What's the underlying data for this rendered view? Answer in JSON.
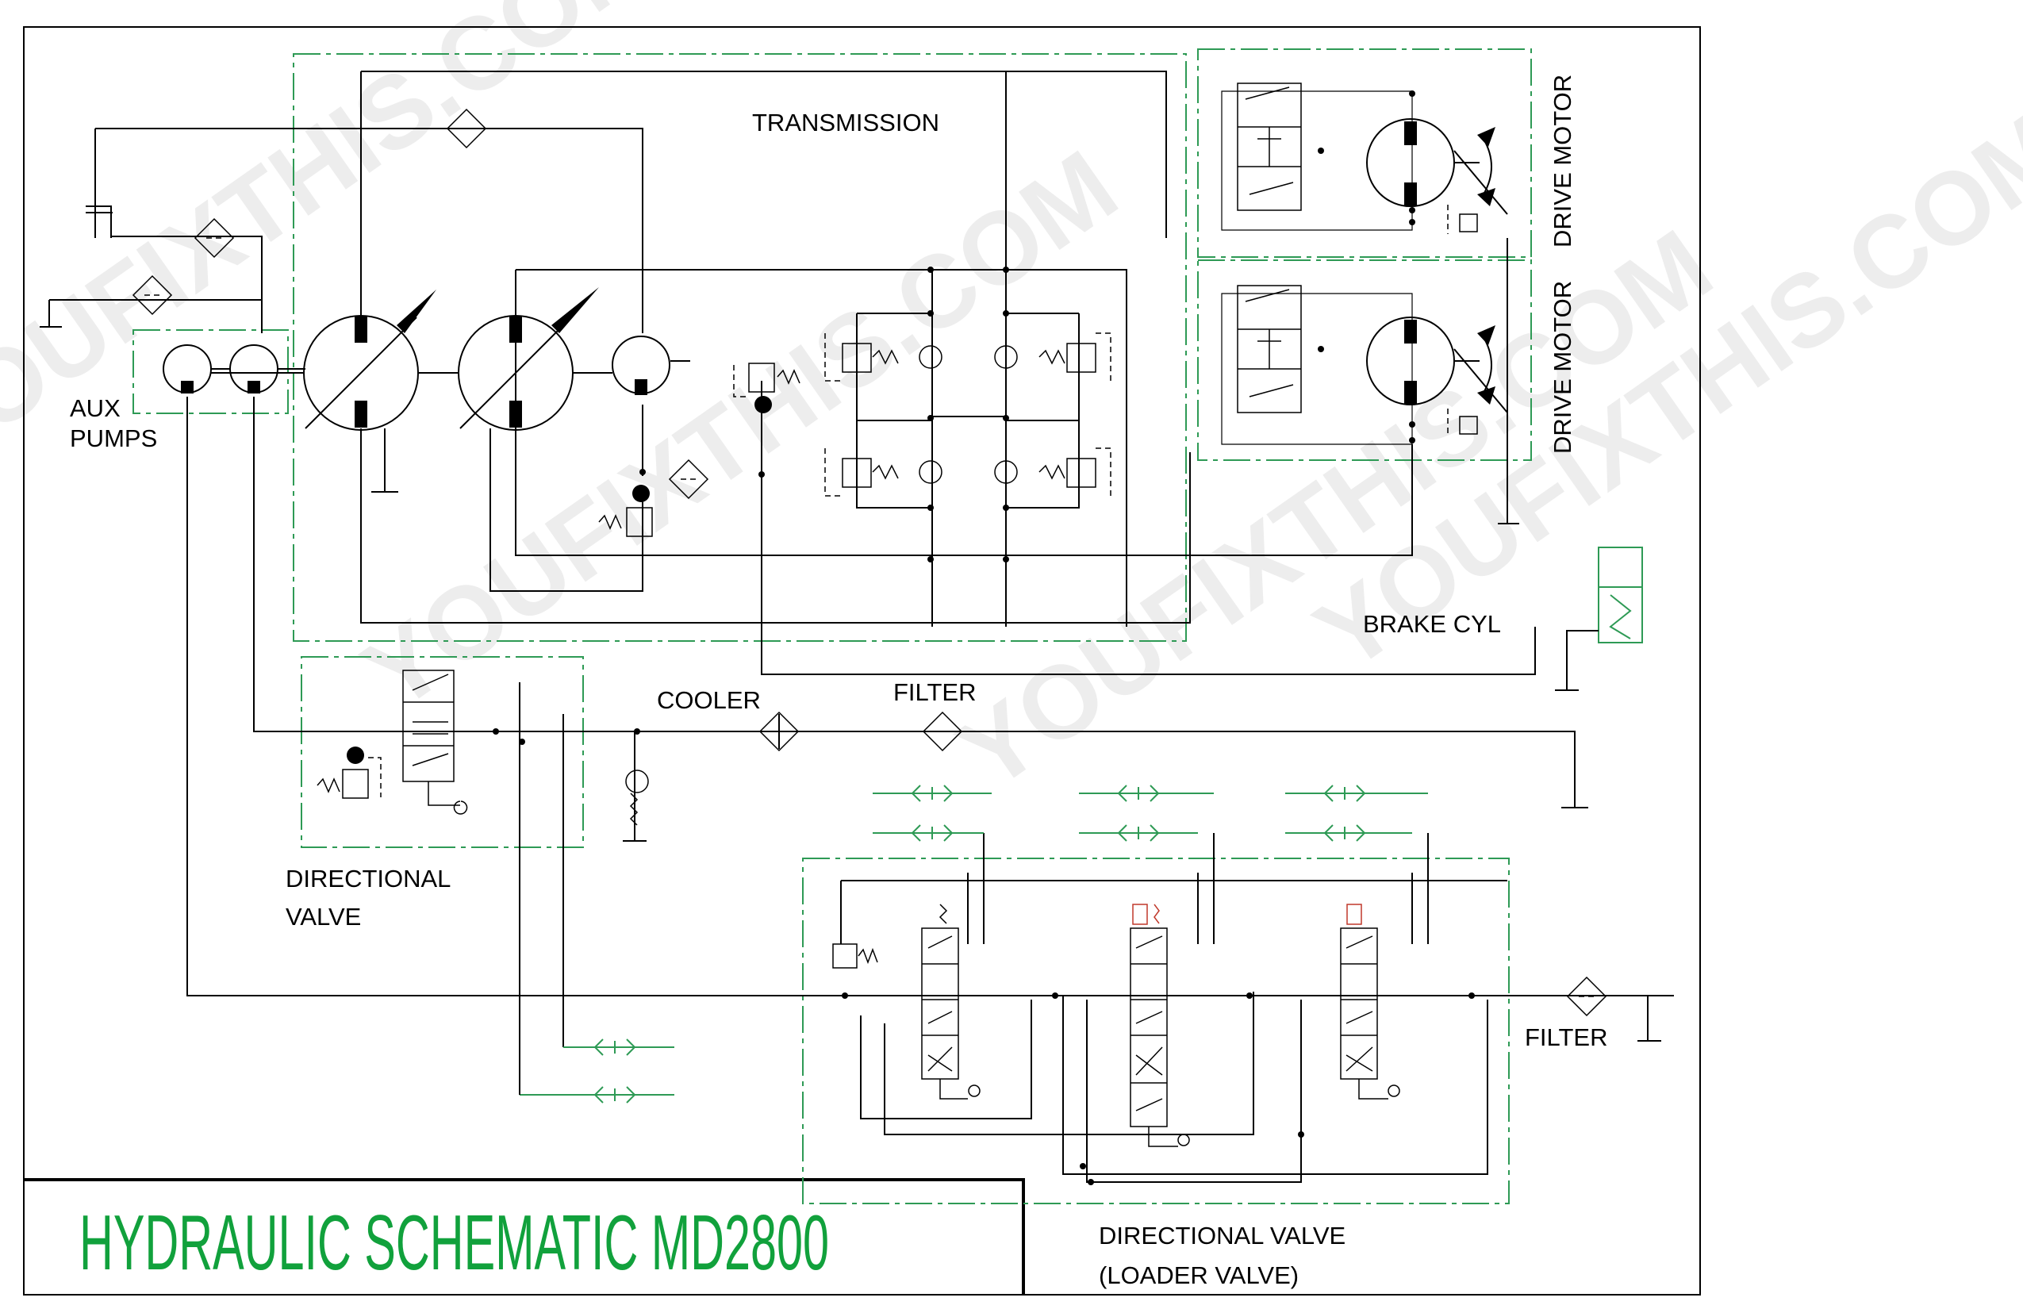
{
  "title": "HYDRAULIC SCHEMATIC MD2800",
  "labels": {
    "transmission": "TRANSMISSION",
    "drive_motor_top": "DRIVE MOTOR",
    "drive_motor_bottom": "DRIVE MOTOR",
    "aux_pumps_line1": "AUX",
    "aux_pumps_line2": "PUMPS",
    "brake_cyl": "BRAKE CYL",
    "cooler": "COOLER",
    "filter_top": "FILTER",
    "filter_right": "FILTER",
    "directional_valve_line1": "DIRECTIONAL",
    "directional_valve_line2": "VALVE",
    "loader_valve_line1": "DIRECTIONAL VALVE",
    "loader_valve_line2": "(LOADER VALVE)"
  },
  "watermarks": [
    "YOUFIXTHIS.COM",
    "YOUFIXTHIS.COM",
    "YOUFIXTHIS.COM",
    "YOUFIXTHIS.COM"
  ],
  "colors": {
    "title": "#11a13c",
    "group_border": "#2e9a55",
    "line": "#000000",
    "relief_accent": "#c0392b"
  }
}
